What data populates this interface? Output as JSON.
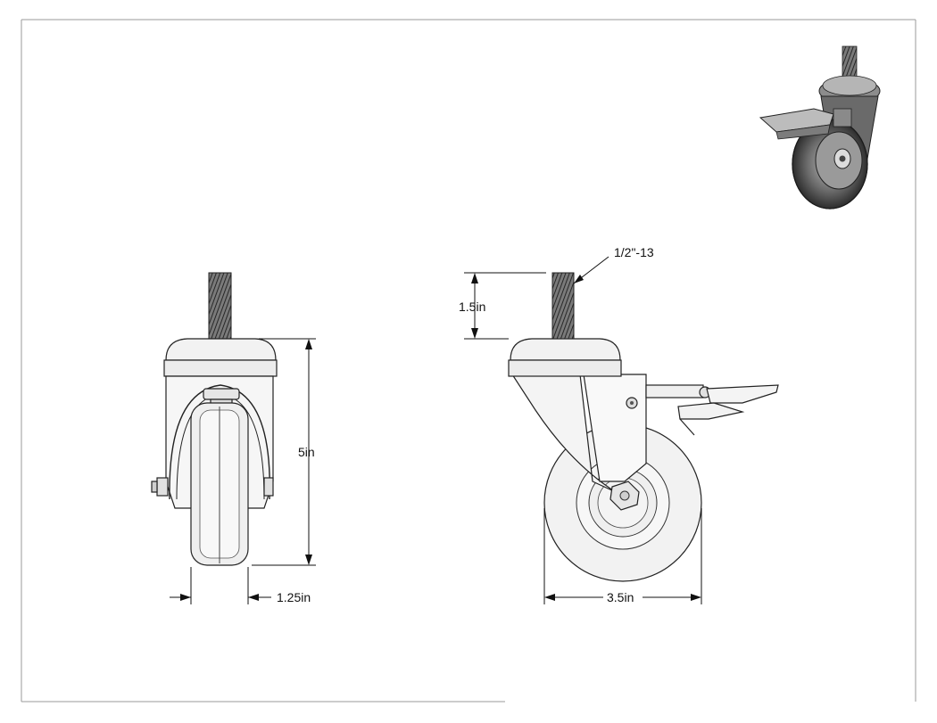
{
  "dimensions": {
    "height_total": "5in",
    "width_wheel": "1.25in",
    "stem_length": "1.5in",
    "thread_spec": "1/2\"-13",
    "wheel_diameter": "3.5in"
  },
  "views": {
    "front": "front-view",
    "side": "side-view",
    "iso": "isometric-view"
  },
  "colors": {
    "line": "#222222",
    "fill_light": "#f4f4f4",
    "fill_mid": "#d9d9d9",
    "fill_dark": "#555555"
  }
}
